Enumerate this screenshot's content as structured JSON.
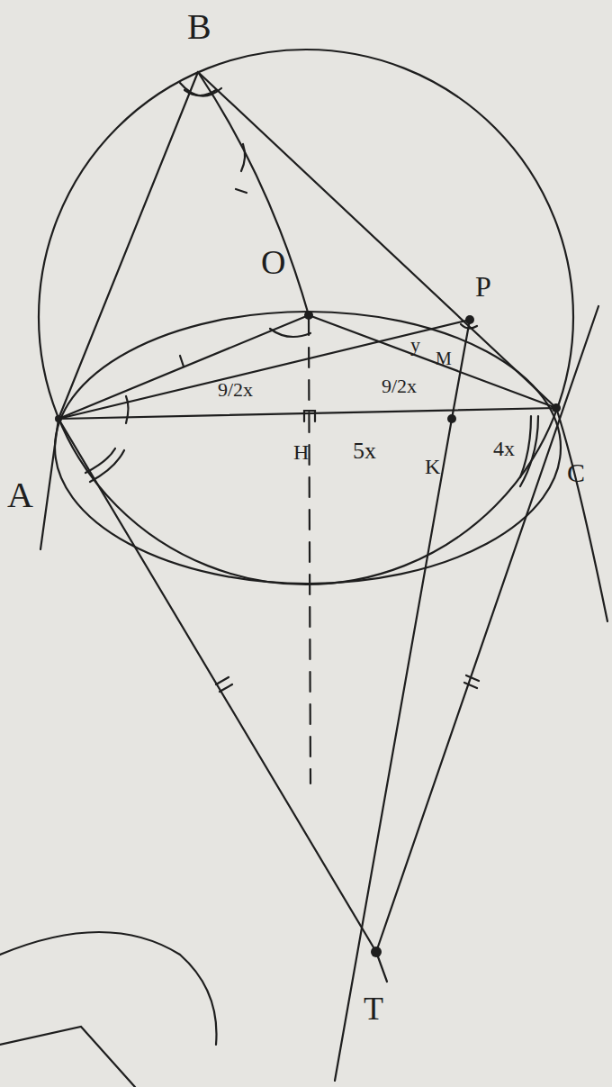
{
  "diagram": {
    "labels": [
      "B",
      "O",
      "P",
      "y",
      "M",
      "9/2x",
      "9/2x",
      "5x",
      "K",
      "4x",
      "C",
      "A",
      "H",
      "T"
    ]
  }
}
